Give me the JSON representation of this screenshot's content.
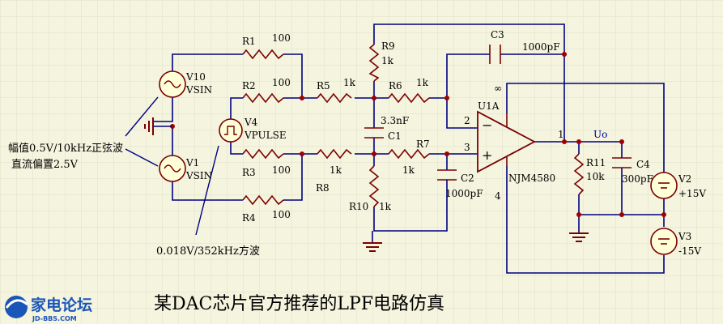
{
  "title": "某DAC芯片官方推荐的LPF电路仿真",
  "notes": {
    "sine_amplitude": "幅值0.5V/10kHz正弦波",
    "dc_offset": "直流偏置2.5V",
    "square_wave": "0.018V/352kHz方波"
  },
  "components": {
    "V10": {
      "ref": "V10",
      "value": "VSIN"
    },
    "V1": {
      "ref": "V1",
      "value": "VSIN"
    },
    "V4": {
      "ref": "V4",
      "value": "VPULSE"
    },
    "V2": {
      "ref": "V2",
      "value": "+15V"
    },
    "V3": {
      "ref": "V3",
      "value": "-15V"
    },
    "R1": {
      "ref": "R1",
      "value": "100"
    },
    "R2": {
      "ref": "R2",
      "value": "100"
    },
    "R3": {
      "ref": "R3",
      "value": "100"
    },
    "R4": {
      "ref": "R4",
      "value": "100"
    },
    "R5": {
      "ref": "R5",
      "value": "1k"
    },
    "R6": {
      "ref": "R6",
      "value": "1k"
    },
    "R7": {
      "ref": "R7",
      "value": "1k"
    },
    "R8": {
      "ref": "R8",
      "value": "1k"
    },
    "R9": {
      "ref": "R9",
      "value": "1k"
    },
    "R10": {
      "ref": "R10",
      "value": "1k"
    },
    "R11": {
      "ref": "R11",
      "value": "10k"
    },
    "C1": {
      "ref": "C1",
      "value": "3.3nF"
    },
    "C2": {
      "ref": "C2",
      "value": "1000pF"
    },
    "C3": {
      "ref": "C3",
      "value": "1000pF"
    },
    "C4": {
      "ref": "C4",
      "value": "300pF"
    },
    "U1A": {
      "ref": "U1A",
      "value": "NJM4580"
    }
  },
  "pins": {
    "p1": "1",
    "p2": "2",
    "p3": "3",
    "p4": "4",
    "p8": "∞",
    "minus": "−",
    "plus": "+"
  },
  "net_label": "Uo",
  "logo": {
    "cn": "家电论坛",
    "en": "JD-BBS.COM"
  }
}
